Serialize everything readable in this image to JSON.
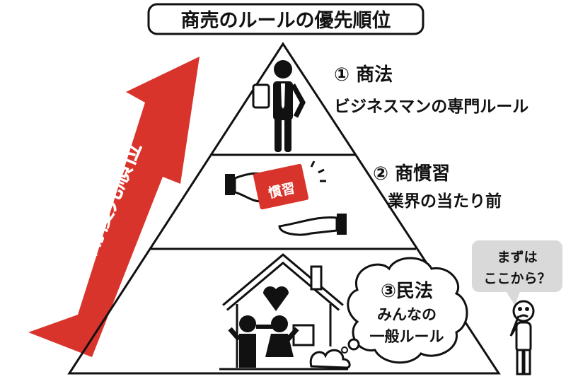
{
  "title": "商売のルールの優先順位",
  "arrow_label": "適用優先順位",
  "tiers": [
    {
      "heading": "① 商法",
      "sub": "ビジネスマンの専門ルール"
    },
    {
      "heading": "② 商慣習",
      "sub": "業界の当たり前",
      "card": "慣習"
    },
    {
      "heading": "③民法",
      "sub1": "みんなの",
      "sub2": "一般ルール"
    }
  ],
  "speech": {
    "line1": "まずは",
    "line2": "ここから？"
  },
  "colors": {
    "accent": "#d9342b",
    "ink": "#111111",
    "bubble": "#d9d9d9"
  }
}
